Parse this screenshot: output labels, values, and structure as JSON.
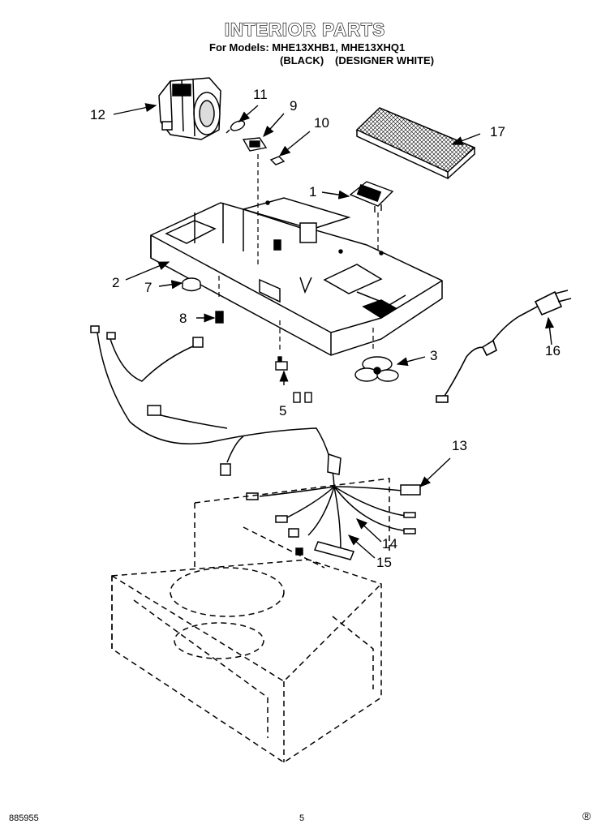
{
  "header": {
    "title": "INTERIOR PARTS",
    "models_line": "For Models: MHE13XHB1, MHE13XHQ1",
    "color_black": "(BLACK)",
    "color_white": "(DESIGNER WHITE)"
  },
  "callouts": [
    {
      "id": "1",
      "label": "1"
    },
    {
      "id": "2",
      "label": "2"
    },
    {
      "id": "3",
      "label": "3"
    },
    {
      "id": "5",
      "label": "5"
    },
    {
      "id": "7",
      "label": "7"
    },
    {
      "id": "8",
      "label": "8"
    },
    {
      "id": "9",
      "label": "9"
    },
    {
      "id": "10",
      "label": "10"
    },
    {
      "id": "11",
      "label": "11"
    },
    {
      "id": "12",
      "label": "12"
    },
    {
      "id": "13",
      "label": "13"
    },
    {
      "id": "14",
      "label": "14"
    },
    {
      "id": "15",
      "label": "15"
    },
    {
      "id": "16",
      "label": "16"
    },
    {
      "id": "17",
      "label": "17"
    }
  ],
  "footer": {
    "doc_number": "885955",
    "page_number": "5"
  }
}
